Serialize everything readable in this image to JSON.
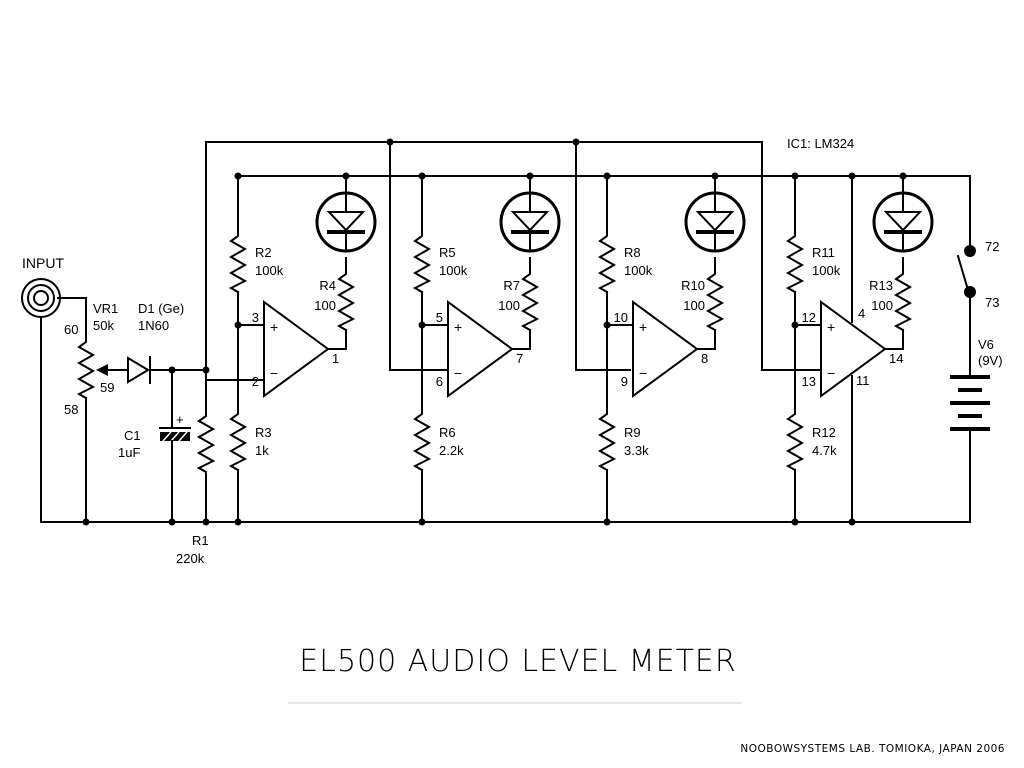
{
  "title": "EL500 AUDIO LEVEL METER",
  "credit": "NOOBOWSYSTEMS LAB. TOMIOKA, JAPAN 2006",
  "ic": "IC1: LM324",
  "input_label": "INPUT",
  "vr1": {
    "name": "VR1",
    "value": "50k",
    "pin_top": "60",
    "pin_wiper": "59",
    "pin_bottom": "58"
  },
  "d1": {
    "name": "D1 (Ge)",
    "value": "1N60"
  },
  "c1": {
    "name": "C1",
    "value": "1uF",
    "polarity": "+"
  },
  "r1": {
    "name": "R1",
    "value": "220k"
  },
  "stages": [
    {
      "r_top": {
        "name": "R2",
        "value": "100k"
      },
      "r_led": {
        "name": "R4",
        "value": "100"
      },
      "r_bot": {
        "name": "R3",
        "value": "1k"
      },
      "pin_plus": "3",
      "pin_minus": "2",
      "pin_out": "1"
    },
    {
      "r_top": {
        "name": "R5",
        "value": "100k"
      },
      "r_led": {
        "name": "R7",
        "value": "100"
      },
      "r_bot": {
        "name": "R6",
        "value": "2.2k"
      },
      "pin_plus": "5",
      "pin_minus": "6",
      "pin_out": "7"
    },
    {
      "r_top": {
        "name": "R8",
        "value": "100k"
      },
      "r_led": {
        "name": "R10",
        "value": "100"
      },
      "r_bot": {
        "name": "R9",
        "value": "3.3k"
      },
      "pin_plus": "10",
      "pin_minus": "9",
      "pin_out": "8"
    },
    {
      "r_top": {
        "name": "R11",
        "value": "100k"
      },
      "r_led": {
        "name": "R13",
        "value": "100"
      },
      "r_bot": {
        "name": "R12",
        "value": "4.7k"
      },
      "pin_plus": "12",
      "pin_minus": "13",
      "pin_out": "14",
      "pin_vcc": "4",
      "pin_gnd": "11"
    }
  ],
  "switch": {
    "pin_top": "72",
    "pin_bottom": "73"
  },
  "battery": {
    "name": "V6",
    "value": "(9V)"
  },
  "op_plus": "+",
  "op_minus": "−"
}
